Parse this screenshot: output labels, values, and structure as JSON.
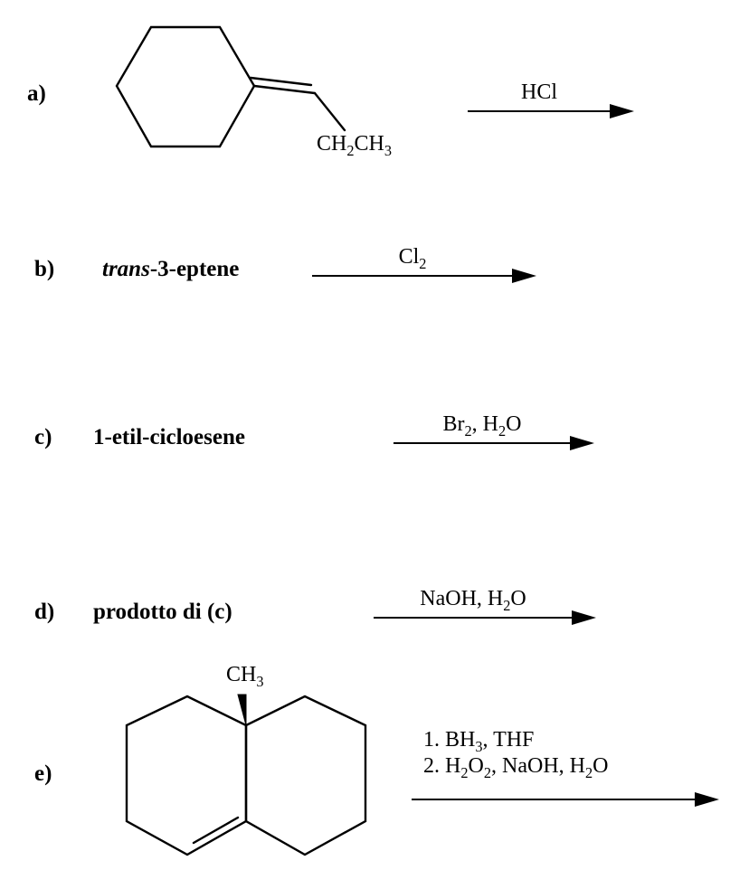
{
  "page": {
    "background": "#ffffff",
    "ink": "#000000"
  },
  "items": [
    {
      "label": "a)",
      "structure": {
        "kind": "ethylidenecyclohexane-drawing",
        "substituent": {
          "parts": [
            "CH",
            "2",
            "CH",
            "3"
          ]
        }
      },
      "reagent": {
        "parts": [
          "HCl"
        ]
      }
    },
    {
      "label": "b)",
      "compound": {
        "italic": "trans",
        "rest": "-3-eptene"
      },
      "reagent": {
        "parts": [
          "Cl",
          "2"
        ]
      }
    },
    {
      "label": "c)",
      "compound": {
        "name": "1-etil-cicloesene"
      },
      "reagent": {
        "parts": [
          "Br",
          "2",
          ", H",
          "2",
          "O"
        ]
      }
    },
    {
      "label": "d)",
      "compound": {
        "name": "prodotto di (c)"
      },
      "reagent": {
        "parts": [
          "NaOH, H",
          "2",
          "O"
        ]
      }
    },
    {
      "label": "e)",
      "structure": {
        "kind": "methyl-octahydronaphthalene-drawing",
        "methyl": {
          "parts": [
            "CH",
            "3"
          ]
        }
      },
      "reagent": {
        "line1_parts": [
          "1. BH",
          "3",
          ", THF"
        ],
        "line2_parts": [
          "2. H",
          "2",
          "O",
          "2",
          ", NaOH, H",
          "2",
          "O"
        ]
      }
    }
  ]
}
